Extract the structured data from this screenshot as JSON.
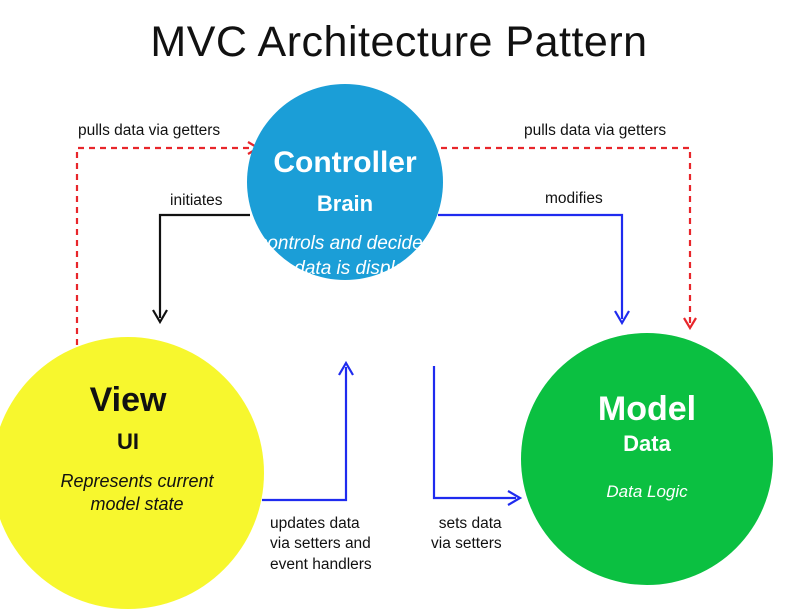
{
  "title": "MVC Architecture Pattern",
  "nodes": {
    "controller": {
      "name": "Controller",
      "role": "Brain",
      "description_lines": [
        "controls and decides",
        "how data is displayed"
      ],
      "color": "#1b9ed7"
    },
    "view": {
      "name": "View",
      "role": "UI",
      "description_lines": [
        "Represents current",
        "model state"
      ],
      "color": "#f7f72e"
    },
    "model": {
      "name": "Model",
      "role": "Data",
      "description_lines": [
        "Data Logic"
      ],
      "color": "#0bc041"
    }
  },
  "edges": {
    "pulls_left": {
      "label": "pulls data via getters",
      "from": "view",
      "to": "controller",
      "style": "dashed",
      "color": "#e8262b"
    },
    "pulls_right": {
      "label": "pulls data via getters",
      "from": "controller",
      "to": "model",
      "style": "dashed",
      "color": "#e8262b"
    },
    "initiates": {
      "label": "initiates",
      "from": "controller",
      "to": "view",
      "style": "solid",
      "color": "#111111"
    },
    "modifies": {
      "label": "modifies",
      "from": "controller",
      "to": "model",
      "style": "solid",
      "color": "#1f2bef"
    },
    "updates": {
      "label_lines": [
        "updates data",
        "via setters and",
        "event handlers"
      ],
      "from": "view",
      "to": "controller",
      "style": "solid",
      "color": "#1f2bef"
    },
    "sets": {
      "label_lines": [
        "sets data",
        "via setters"
      ],
      "from": "controller",
      "to": "model",
      "style": "solid",
      "color": "#1f2bef"
    }
  }
}
